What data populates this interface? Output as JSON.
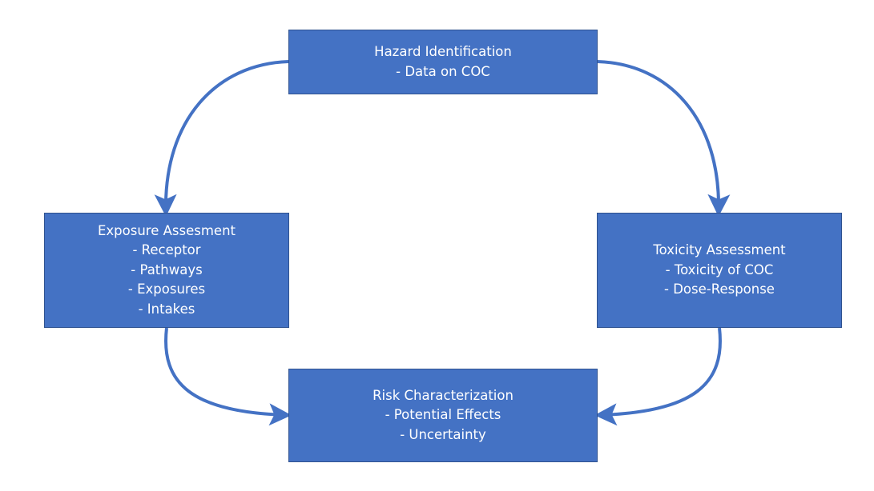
{
  "colors": {
    "box_fill": "#4472c4",
    "box_border": "#2f528f",
    "arrow": "#4472c4",
    "text": "#ffffff"
  },
  "hazard": {
    "title": "Hazard Identification",
    "items": [
      "- Data on COC"
    ]
  },
  "exposure": {
    "title": "Exposure Assesment",
    "items": [
      "- Receptor",
      "- Pathways",
      "- Exposures",
      "- Intakes"
    ]
  },
  "toxicity": {
    "title": "Toxicity Assessment",
    "items": [
      "- Toxicity of COC",
      "- Dose-Response"
    ]
  },
  "risk": {
    "title": "Risk Characterization",
    "items": [
      "- Potential Effects",
      "- Uncertainty"
    ]
  }
}
